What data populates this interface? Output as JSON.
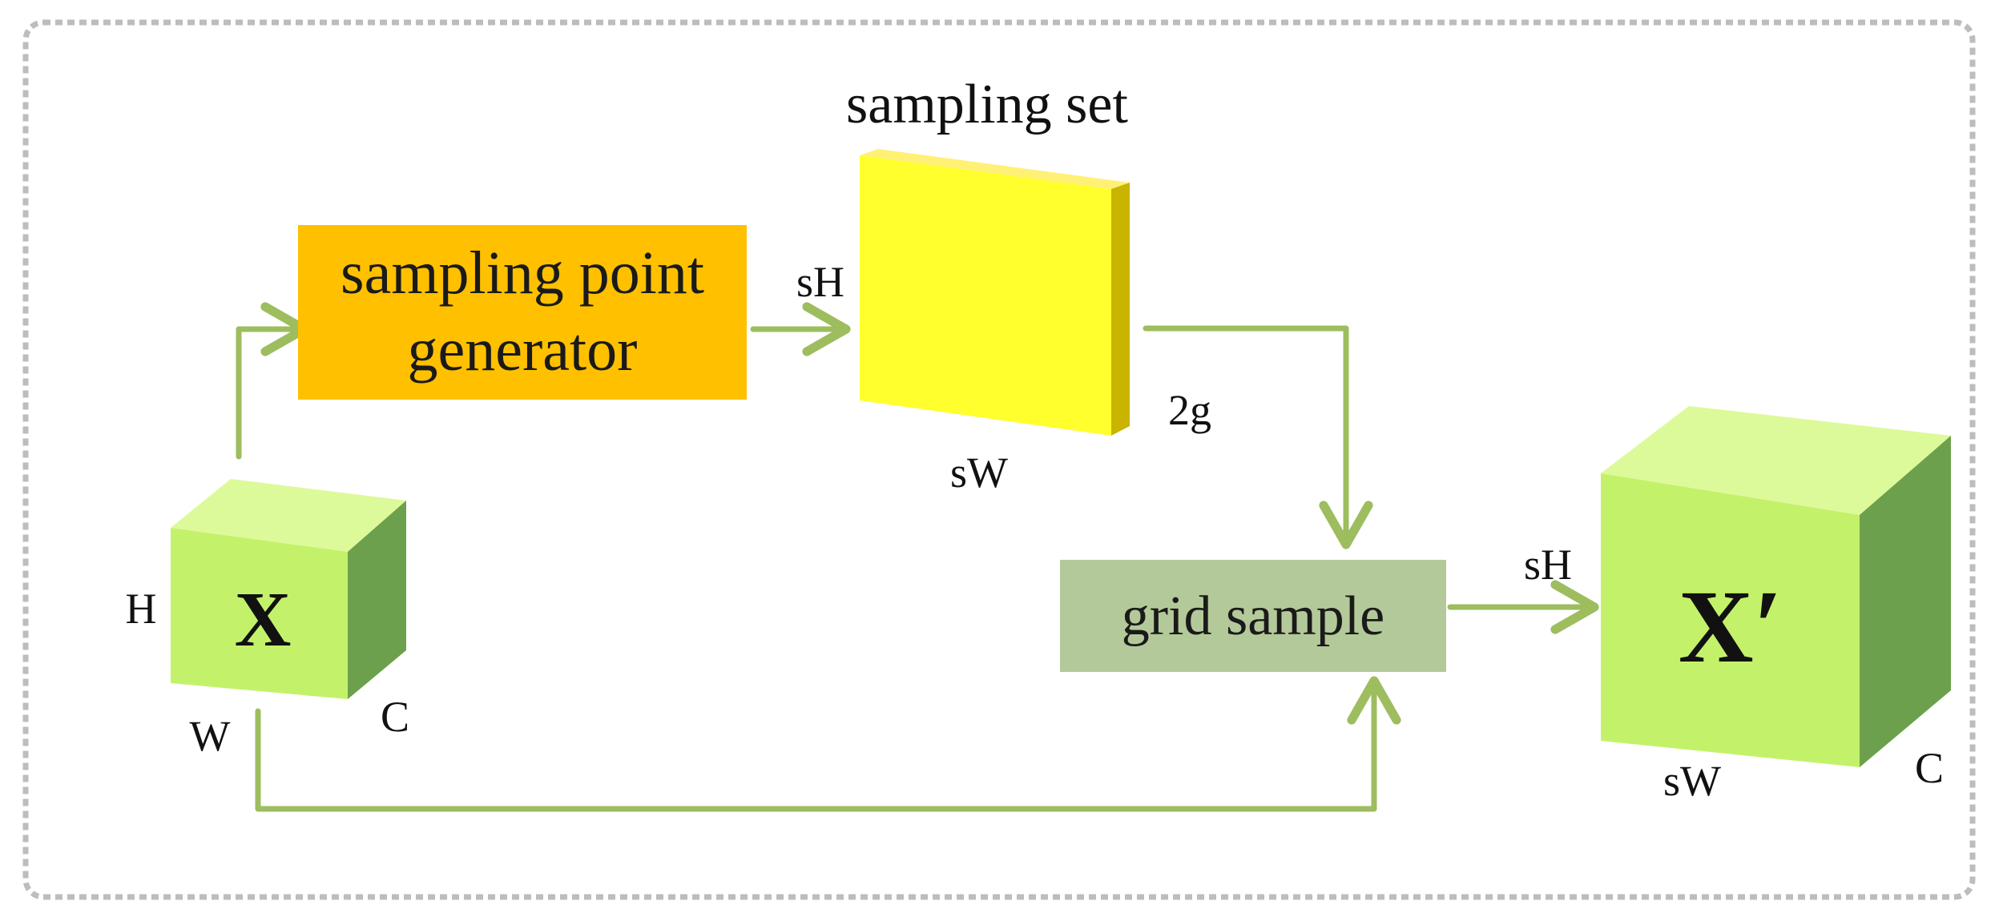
{
  "diagram": {
    "sampling_set_title": "sampling set",
    "generator_label": [
      "sampling point",
      "generator"
    ],
    "grid_sample_label": "grid sample",
    "input_tensor": {
      "symbol": "X",
      "dim_h": "H",
      "dim_w": "W",
      "dim_c": "C"
    },
    "sampling_set_dims": {
      "dim_h": "sH",
      "dim_w": "sW",
      "dim_depth": "2g"
    },
    "output_tensor": {
      "symbol": "X′",
      "dim_h": "sH",
      "dim_w": "sW",
      "dim_c": "C"
    }
  },
  "colors": {
    "frame": "#bdbdbd",
    "arrow": "#9dbd5f",
    "generator_fill": "#ffc000",
    "grid_sample_fill": "#b4c999",
    "cube_front": "#c3f26a",
    "cube_top": "#ddfa9a",
    "cube_side": "#6da04c",
    "sampling_front": "#ffff2e",
    "sampling_top": "#fff176",
    "sampling_side": "#c9b400"
  }
}
